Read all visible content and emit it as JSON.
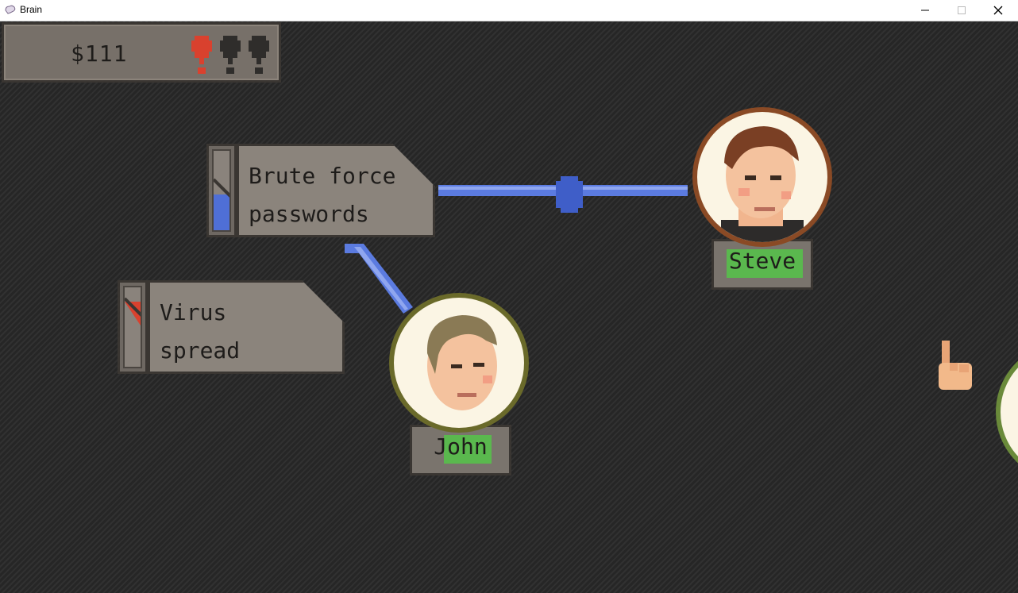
{
  "window": {
    "title": "Brain",
    "icons": {
      "app": "brain-icon",
      "minimize": "minimize-icon",
      "maximize": "maximize-icon",
      "close": "close-icon"
    }
  },
  "hud": {
    "money": "$111",
    "alerts_total": 3,
    "alerts_active": 1,
    "colors": {
      "alert_active": "#d9412e",
      "alert_inactive": "#2f2d2b"
    }
  },
  "tasks": [
    {
      "id": "brute-force",
      "label": "Brute force\npasswords",
      "progress": 0.45,
      "progress_color": "#4f6fd6"
    },
    {
      "id": "virus-spread",
      "label": "Virus\nspread",
      "progress": 0.25,
      "progress_color": "#d9412e"
    }
  ],
  "people": [
    {
      "name": "Steve",
      "ring_color": "#8a4a25"
    },
    {
      "name": "John",
      "ring_color": "#6a6a2a"
    }
  ],
  "connections": {
    "color": "#5b7be0"
  },
  "cursor": {
    "icon": "pointing-hand-icon"
  }
}
